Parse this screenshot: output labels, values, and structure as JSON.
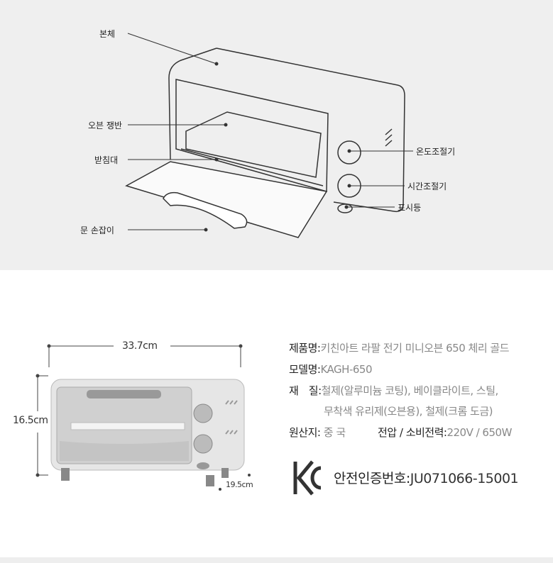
{
  "parts": {
    "body": "본체",
    "tray": "오븐 쟁반",
    "rack": "받침대",
    "door_handle": "문 손잡이",
    "temp_knob": "온도조절기",
    "timer_knob": "시간조절기",
    "indicator": "표시등"
  },
  "dimensions": {
    "width": "33.7cm",
    "height": "16.5cm",
    "depth": "19.5cm"
  },
  "specs": {
    "name_label": "제품명:",
    "name_value": "키친아트 라팔 전기 미니오븐 650 체리 골드",
    "model_label": "모델명:",
    "model_value": "KAGH-650",
    "material_label": "재　질:",
    "material_line1": "철제(알루미늄 코팅), 베이클라이트, 스틸,",
    "material_line2": "무착색 유리제(오븐용), 철제(크롬 도금)",
    "origin_label": "원산지:",
    "origin_value": "중 국",
    "power_label": "전압 / 소비전력:",
    "power_value": "220V / 650W",
    "cert_label": "안전인증번호:",
    "cert_value": "JU071066-15001",
    "cert_mark": "KC"
  }
}
